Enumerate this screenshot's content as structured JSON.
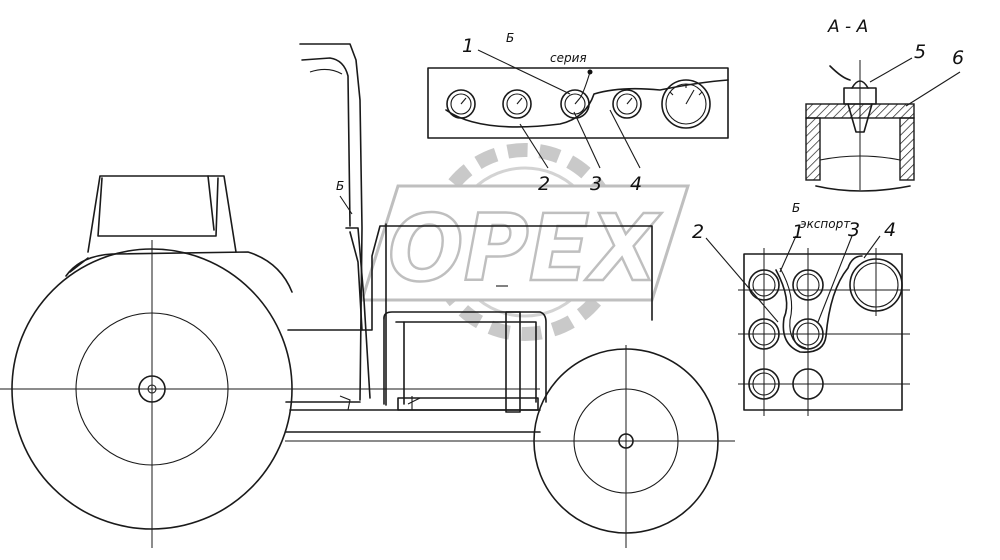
{
  "watermark": {
    "text": "OPEX"
  },
  "dashboard_series": {
    "view_letter": "Б",
    "caption": "серия",
    "callouts": [
      "1",
      "2",
      "3",
      "4"
    ]
  },
  "dashboard_export": {
    "view_letter": "Б",
    "caption": "экспорт",
    "callouts": [
      "1",
      "2",
      "3",
      "4"
    ]
  },
  "section_view": {
    "title": "А - А",
    "callouts": [
      "5",
      "6"
    ]
  },
  "tractor": {
    "view_marker": "Б"
  }
}
